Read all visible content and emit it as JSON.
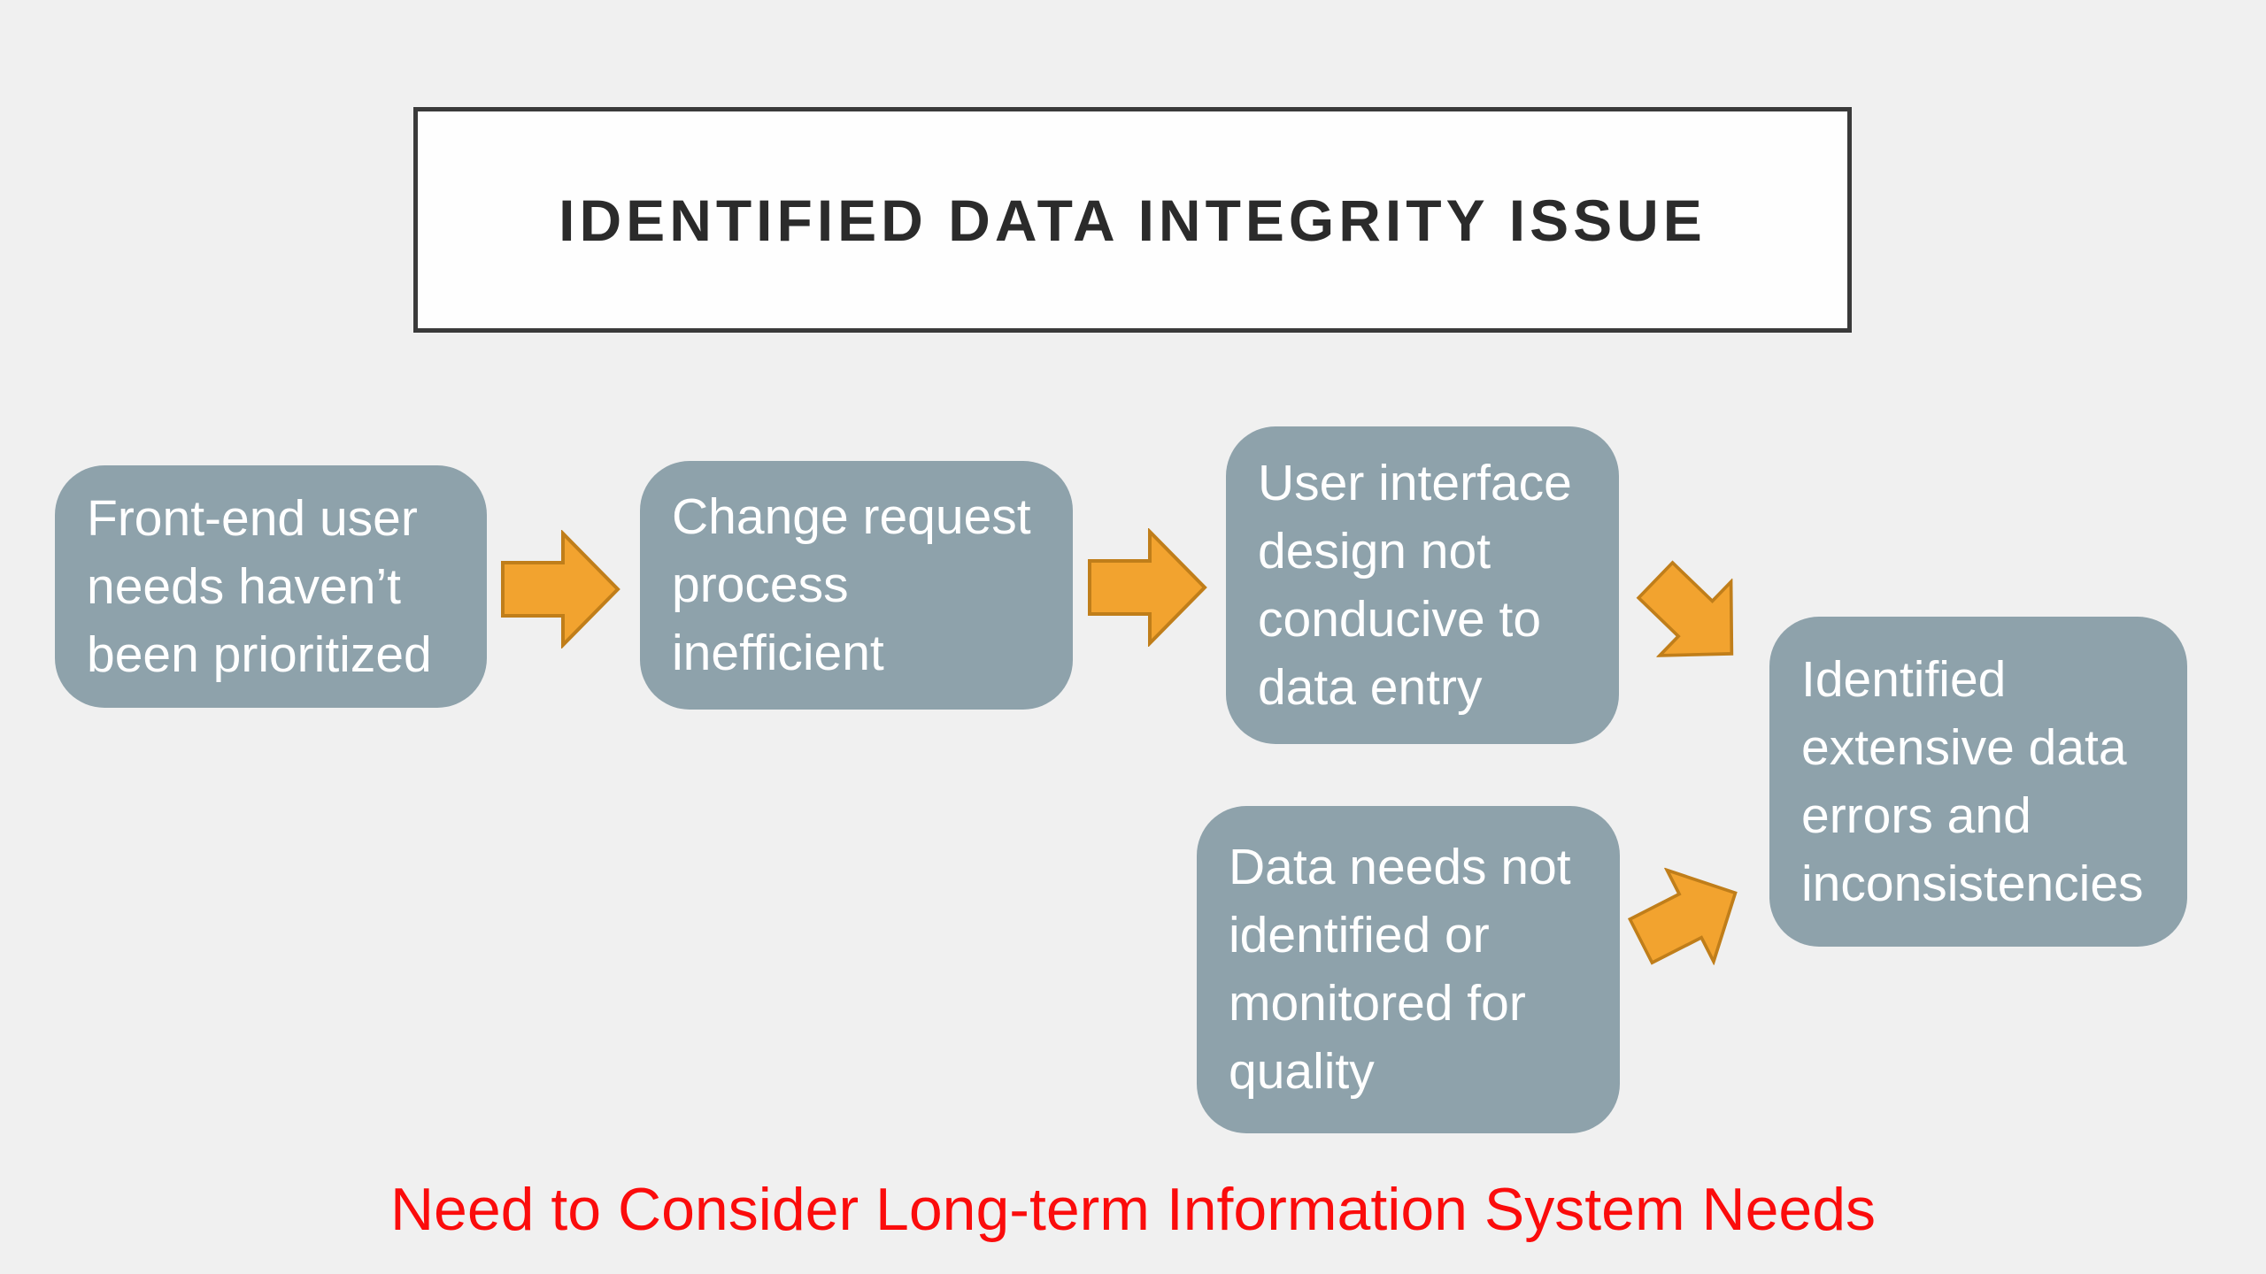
{
  "slide": {
    "background_color": "#F0F0F0"
  },
  "title": {
    "label": "IDENTIFIED DATA INTEGRITY ISSUE",
    "text_color": "#2B2B2B",
    "border_color": "#3A3A3A",
    "fill_color": "#FEFEFE"
  },
  "flow": {
    "box_fill_color": "#8EA2AB",
    "box_text_color": "#FFFFFF",
    "arrow_fill_color": "#F2A32F",
    "arrow_border_color": "#C07E1A",
    "boxes": [
      {
        "id": "front-end-user-needs",
        "text": "Front-end user\nneeds haven’t\nbeen prioritized"
      },
      {
        "id": "change-request-process",
        "text": "Change request\nprocess\ninefficient"
      },
      {
        "id": "ui-design",
        "text": "User interface\ndesign not\nconducive to\ndata entry"
      },
      {
        "id": "data-needs",
        "text": "Data needs not\nidentified or\nmonitored for\nquality"
      },
      {
        "id": "identified-errors",
        "text": "Identified\nextensive data\nerrors and\ninconsistencies"
      }
    ],
    "arrows": [
      {
        "id": "arrow-1",
        "from": "front-end-user-needs",
        "to": "change-request-process",
        "direction": "right"
      },
      {
        "id": "arrow-2",
        "from": "change-request-process",
        "to": "ui-design",
        "direction": "right"
      },
      {
        "id": "arrow-3",
        "from": "ui-design",
        "to": "identified-errors",
        "direction": "down-right"
      },
      {
        "id": "arrow-4",
        "from": "data-needs",
        "to": "identified-errors",
        "direction": "up-right"
      }
    ]
  },
  "footer": {
    "note": "Need to Consider Long-term Information System Needs",
    "text_color": "#FB0C0C"
  }
}
